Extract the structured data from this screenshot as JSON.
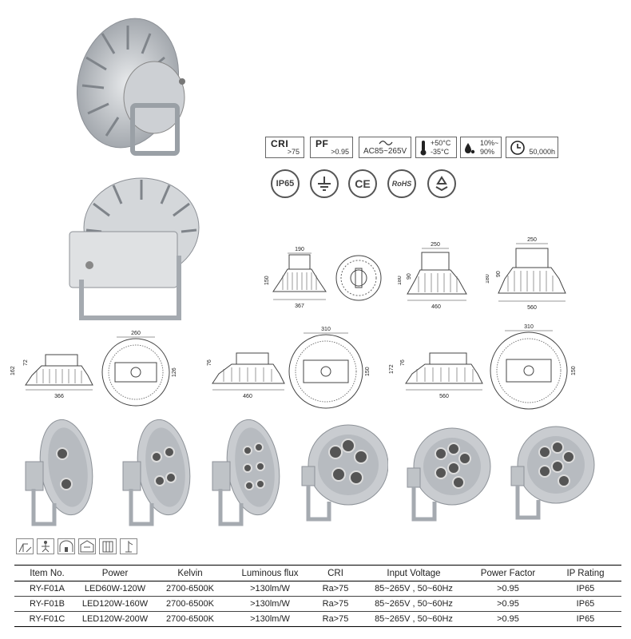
{
  "spec_badges": {
    "cri": {
      "title": "CRI",
      "value": ">75"
    },
    "pf": {
      "title": "PF",
      "value": ">0.95"
    },
    "voltage": {
      "value": "AC85~265V",
      "icon": "ac-wave-icon"
    },
    "temperature": {
      "high": "+50°C",
      "low": "-35°C",
      "icon": "thermometer-icon"
    },
    "humidity": {
      "high": "10%~",
      "low": "90%",
      "icon": "humidity-drop-icon"
    },
    "lifetime": {
      "value": "50,000h",
      "icon": "clock-icon"
    }
  },
  "certifications": [
    {
      "label": "IP65",
      "icon": "ip65-icon"
    },
    {
      "label": "",
      "icon": "ground-symbol-icon"
    },
    {
      "label": "CE",
      "icon": "ce-mark-icon"
    },
    {
      "label": "RoHS",
      "icon": "rohs-icon"
    },
    {
      "label": "",
      "icon": "recycle-icon"
    }
  ],
  "dimensions": {
    "row1": {
      "d1": {
        "top": "190",
        "h": "150",
        "w": "367"
      },
      "d2": {
        "top": "250",
        "h1": "180",
        "h2": "90",
        "w": "460"
      },
      "d3": {
        "top": "250",
        "h1": "180",
        "h2": "90",
        "w": "560"
      }
    },
    "row2": {
      "d1": {
        "h1": "162",
        "h2": "72",
        "w": "366",
        "top": "260",
        "side": "126"
      },
      "d2": {
        "h2": "76",
        "w": "460",
        "top": "310",
        "side": "150"
      },
      "d3": {
        "h1": "172",
        "h2": "76",
        "w": "560",
        "top": "310",
        "side": "150"
      }
    }
  },
  "table": {
    "headers": [
      "Item No.",
      "Power",
      "Kelvin",
      "Luminous flux",
      "CRI",
      "Input Voltage",
      "Power Factor",
      "IP Rating"
    ],
    "rows": [
      [
        "RY-F01A",
        "LED60W-120W",
        "2700-6500K",
        ">130lm/W",
        "Ra>75",
        "85~265V , 50~60Hz",
        ">0.95",
        "IP65"
      ],
      [
        "RY-F01B",
        "LED120W-160W",
        "2700-6500K",
        ">130lm/W",
        "Ra>75",
        "85~265V , 50~60Hz",
        ">0.95",
        "IP65"
      ],
      [
        "RY-F01C",
        "LED120W-200W",
        "2700-6500K",
        ">130lm/W",
        "Ra>75",
        "85~265V , 50~60Hz",
        ">0.95",
        "IP65"
      ]
    ]
  },
  "application_icons": [
    "road-lighting-icon",
    "sports-lighting-icon",
    "tunnel-lighting-icon",
    "warehouse-lighting-icon",
    "building-lighting-icon",
    "outdoor-area-icon"
  ],
  "colors": {
    "metal": "#c9ccd0",
    "metal_dark": "#8d9298",
    "line": "#333333"
  }
}
